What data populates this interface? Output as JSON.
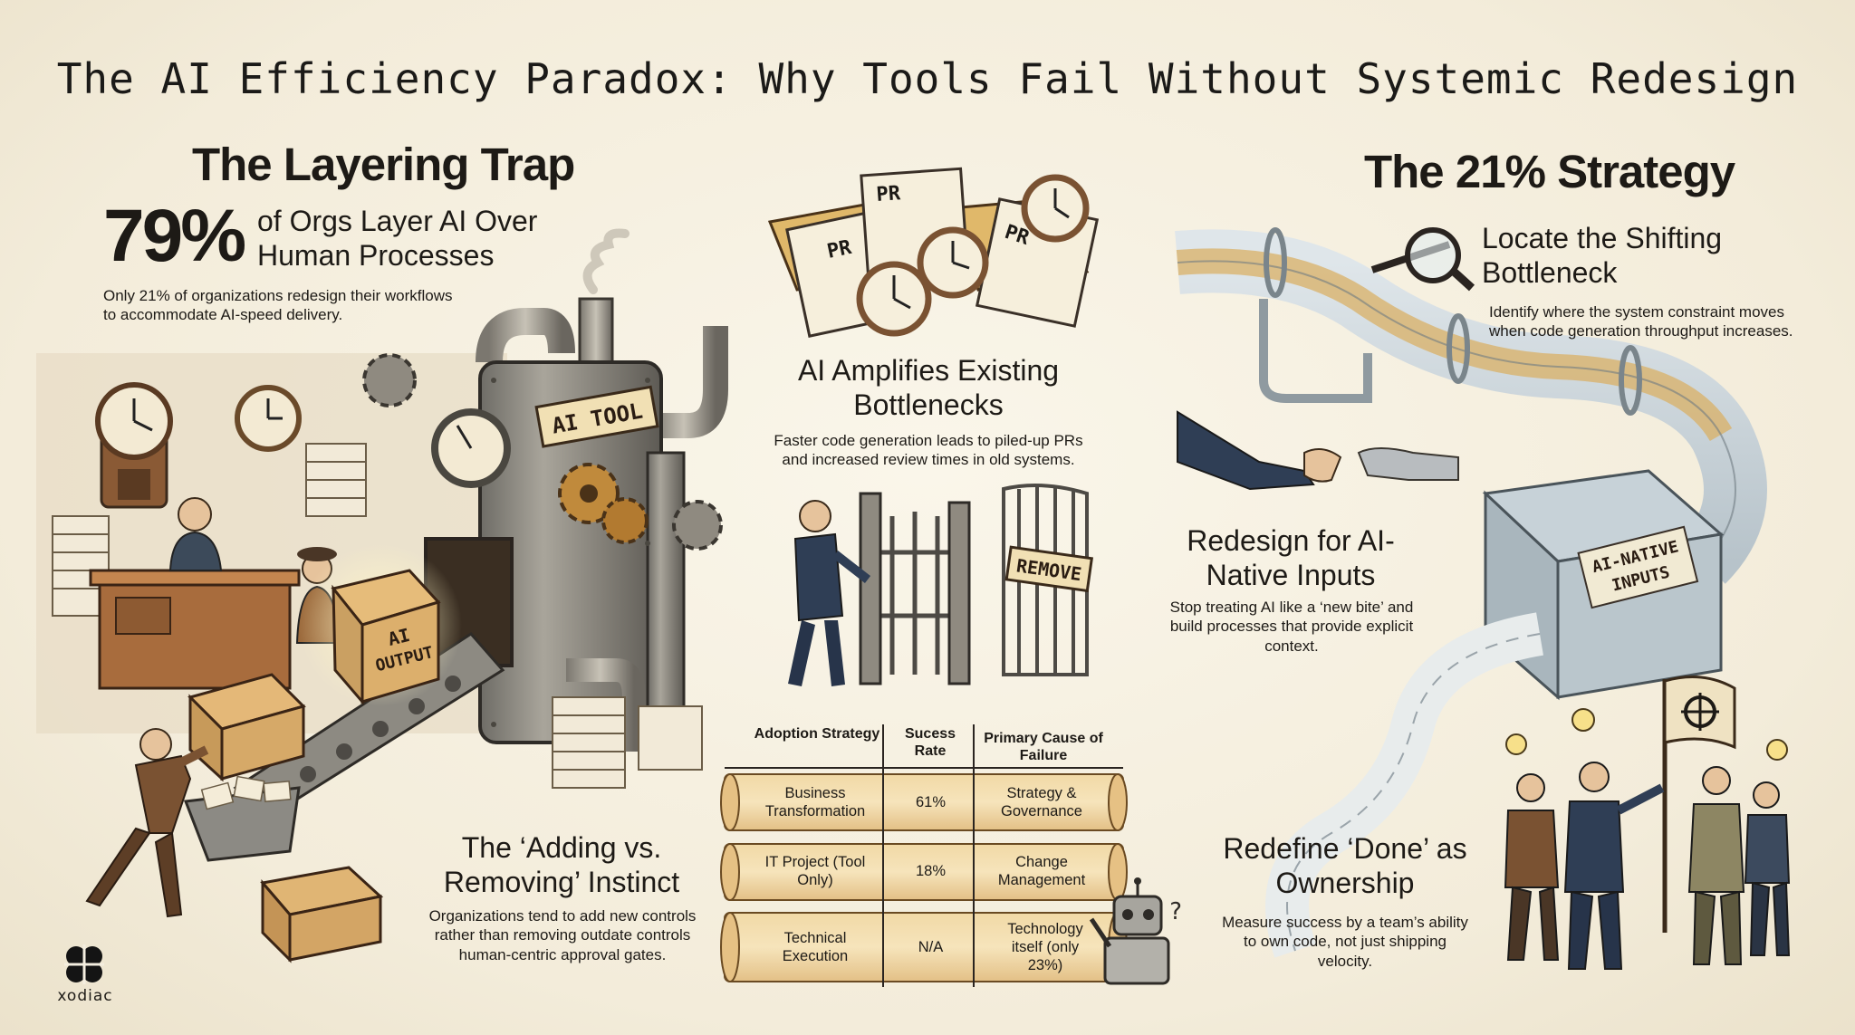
{
  "title": "The AI Efficiency Paradox: Why Tools Fail Without Systemic Redesign",
  "left": {
    "heading": "The Layering Trap",
    "stat_value": "79%",
    "stat_text_line1": "of Orgs Layer AI Over",
    "stat_text_line2": "Human Processes",
    "note_line1": "Only 21% of organizations redesign their workflows",
    "note_line2": "to accommodate AI-speed delivery.",
    "machine_label": "AI TOOL",
    "box_label_line1": "AI",
    "box_label_line2": "OUTPUT",
    "instinct_title_line1": "The ‘Adding vs.",
    "instinct_title_line2": "Removing’ Instinct",
    "instinct_text_line1": "Organizations tend to add new controls",
    "instinct_text_line2": "rather than removing outdate controls",
    "instinct_text_line3": "human-centric approval gates."
  },
  "center": {
    "pr_label": "PR",
    "amplify_title_line1": "AI Amplifies Existing",
    "amplify_title_line2": "Bottlenecks",
    "amplify_text_line1": "Faster code generation leads to piled-up PRs",
    "amplify_text_line2": "and increased review times in old systems.",
    "gate_sign": "REMOVE",
    "table": {
      "headers": [
        "Adoption Strategy",
        "Sucess Rate",
        "Primary Cause of Failure"
      ],
      "rows": [
        [
          "Business Transformation",
          "61%",
          "Strategy & Governance"
        ],
        [
          "IT Project (Tool Only)",
          "18%",
          "Change Management"
        ],
        [
          "Technical Execution",
          "N/A",
          "Technology itself (only 23%)"
        ]
      ]
    },
    "robot_mark": "?"
  },
  "right": {
    "heading": "The 21% Strategy",
    "locate_title_line1": "Locate the Shifting",
    "locate_title_line2": "Bottleneck",
    "locate_text_line1": "Identify where the system constraint moves",
    "locate_text_line2": "when code generation throughput increases.",
    "redesign_title_line1": "Redesign for AI-",
    "redesign_title_line2": "Native Inputs",
    "redesign_text_line1": "Stop treating AI like a ‘new bite’ and",
    "redesign_text_line2": "build processes that provide explicit",
    "redesign_text_line3": "context.",
    "box_label_line1": "AI-NATIVE",
    "box_label_line2": "INPUTS",
    "redefine_title_line1": "Redefine ‘Done’ as",
    "redefine_title_line2": "Ownership",
    "redefine_text_line1": "Measure success by a team’s ability",
    "redefine_text_line2": "to own code, not just shipping",
    "redefine_text_line3": "velocity."
  },
  "brand": {
    "name": "xodiac",
    "logo_icon": "clover-logo-icon"
  }
}
